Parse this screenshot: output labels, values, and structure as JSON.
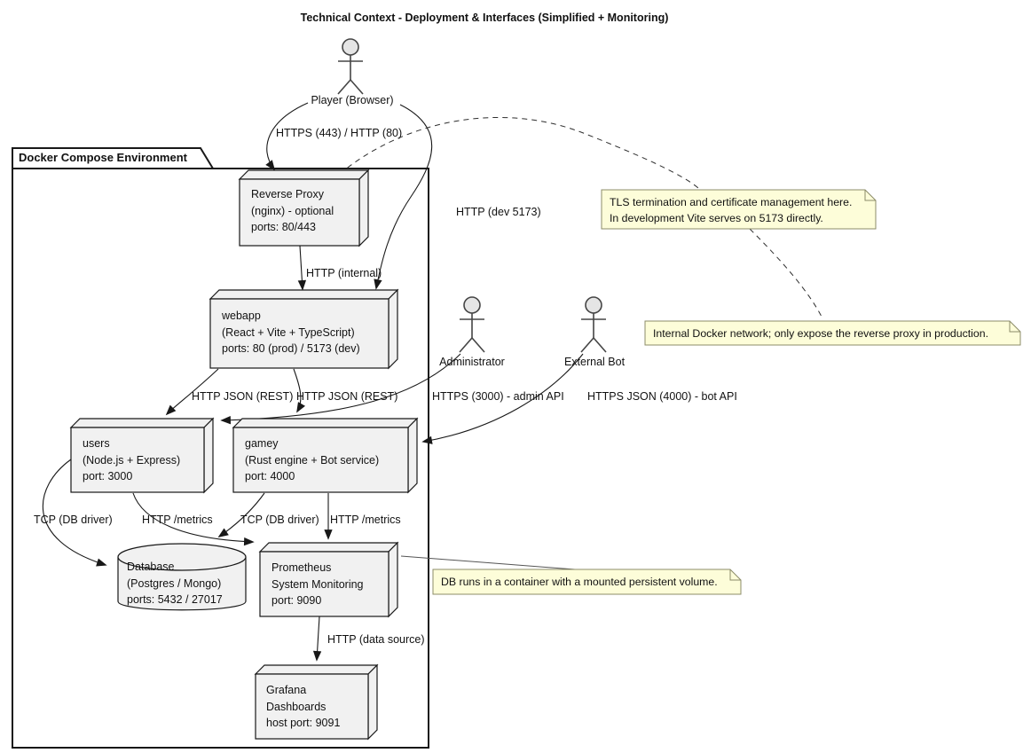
{
  "title": "Technical Context - Deployment & Interfaces (Simplified + Monitoring)",
  "frame": {
    "label": "Docker Compose Environment"
  },
  "actors": {
    "player": {
      "label": "Player (Browser)"
    },
    "administrator": {
      "label": "Administrator"
    },
    "external_bot": {
      "label": "External Bot"
    }
  },
  "nodes": {
    "reverse_proxy": {
      "lines": [
        "Reverse Proxy",
        "(nginx) - optional",
        "ports: 80/443"
      ]
    },
    "webapp": {
      "lines": [
        "webapp",
        "(React + Vite + TypeScript)",
        "ports: 80 (prod) / 5173 (dev)"
      ]
    },
    "users": {
      "lines": [
        "users",
        "(Node.js + Express)",
        "port: 3000"
      ]
    },
    "gamey": {
      "lines": [
        "gamey",
        "(Rust engine + Bot service)",
        "port: 4000"
      ]
    },
    "database": {
      "lines": [
        "Database",
        "(Postgres / Mongo)",
        "ports: 5432 / 27017"
      ]
    },
    "prometheus": {
      "lines": [
        "Prometheus",
        "System Monitoring",
        "port: 9090"
      ]
    },
    "grafana": {
      "lines": [
        "Grafana",
        "Dashboards",
        "host port: 9091"
      ]
    }
  },
  "edges": {
    "player_proxy": {
      "label": "HTTPS (443) / HTTP (80)"
    },
    "player_webapp": {
      "label": "HTTP (dev 5173)"
    },
    "proxy_webapp": {
      "label": "HTTP (internal)"
    },
    "webapp_users": {
      "label": "HTTP JSON (REST)"
    },
    "webapp_gamey": {
      "label": "HTTP JSON (REST)"
    },
    "admin_users": {
      "label": "HTTPS (3000) - admin API"
    },
    "bot_gamey": {
      "label": "HTTPS JSON (4000) - bot API"
    },
    "users_db": {
      "label": "TCP (DB driver)"
    },
    "users_prometheus": {
      "label": "HTTP /metrics"
    },
    "gamey_db": {
      "label": "TCP (DB driver)"
    },
    "gamey_prometheus": {
      "label": "HTTP /metrics"
    },
    "prometheus_grafana": {
      "label": "HTTP (data source)"
    }
  },
  "notes": {
    "tls": {
      "lines": [
        "TLS termination and certificate management here.",
        "In development Vite serves on 5173 directly."
      ]
    },
    "network": {
      "lines": [
        "Internal Docker network; only expose the reverse proxy in production."
      ]
    },
    "db_volume": {
      "lines": [
        "DB runs in a container with a mounted persistent volume."
      ]
    }
  },
  "colors": {
    "node_fill": "#F1F1F1",
    "node_border": "#181818",
    "note_fill": "#FDFDD9",
    "note_border": "#8C8C69",
    "background": "#FFFFFF"
  }
}
